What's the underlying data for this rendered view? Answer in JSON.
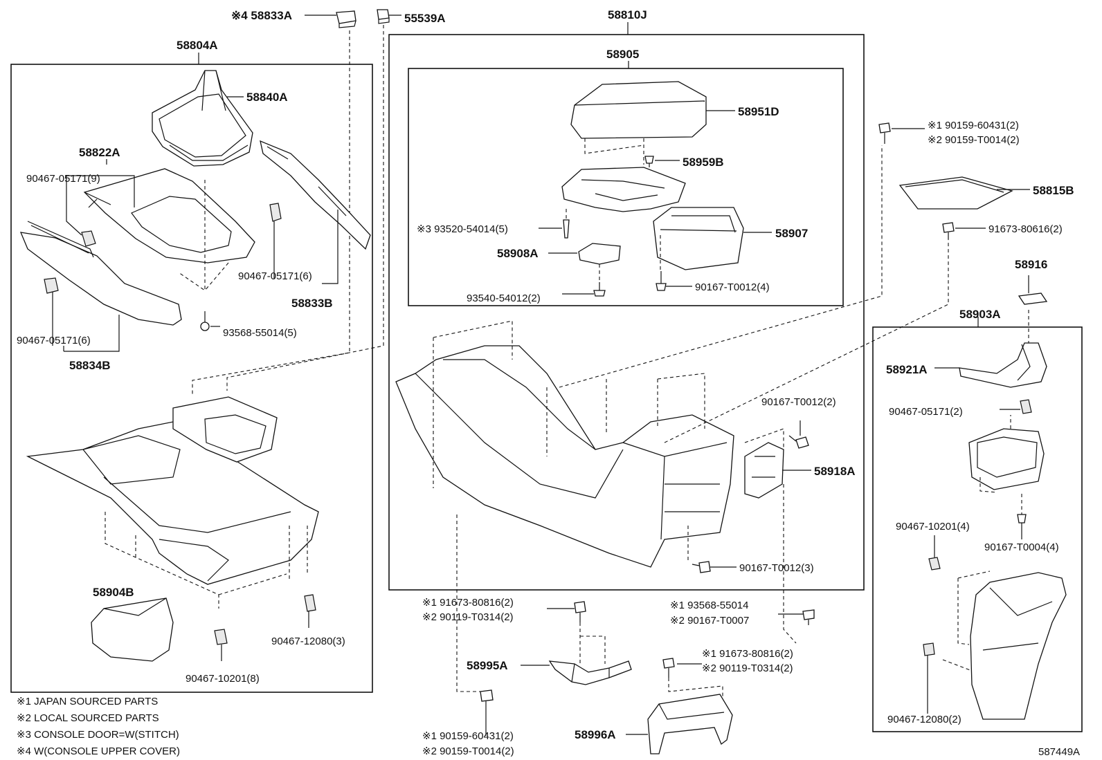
{
  "diagram_id": "587449A",
  "notes": [
    "※1 JAPAN SOURCED PARTS",
    "※2 LOCAL SOURCED PARTS",
    "※3 CONSOLE DOOR=W(STITCH)",
    "※4 W(CONSOLE UPPER COVER)"
  ],
  "labels": {
    "p58833A": "※4 58833A",
    "p55539A": "55539A",
    "p58810J": "58810J",
    "p58804A": "58804A",
    "p58840A": "58840A",
    "p58822A": "58822A",
    "p90467_05171_9": "90467-05171(9)",
    "p90467_05171_6a": "90467-05171(6)",
    "p58833B": "58833B",
    "p93568_55014_5": "93568-55014(5)",
    "p90467_05171_6b": "90467-05171(6)",
    "p58834B": "58834B",
    "p58905": "58905",
    "p58951D": "58951D",
    "p58959B": "58959B",
    "p93520_54014_5": "※3 93520-54014(5)",
    "p58907": "58907",
    "p58908A": "58908A",
    "p90167_T0012_4": "90167-T0012(4)",
    "p93540_54012_2": "93540-54012(2)",
    "p90159_60431_2_top": "※1 90159-60431(2)",
    "p90159_T0014_2_top": "※2 90159-T0014(2)",
    "p58815B": "58815B",
    "p91673_80616_2": "91673-80616(2)",
    "p58916": "58916",
    "p58903A": "58903A",
    "p58921A": "58921A",
    "p90467_05171_2": "90467-05171(2)",
    "p90167_T0012_2": "90167-T0012(2)",
    "p58918A": "58918A",
    "p90467_10201_4": "90467-10201(4)",
    "p90167_T0004_4": "90167-T0004(4)",
    "p90167_T0012_3": "90167-T0012(3)",
    "p58904B": "58904B",
    "p90467_12080_3": "90467-12080(3)",
    "p90467_10201_8": "90467-10201(8)",
    "p91673_80816_2a": "※1 91673-80816(2)",
    "p90119_T0314_2a": "※2 90119-T0314(2)",
    "p58995A": "58995A",
    "p93568_55014": "※1 93568-55014",
    "p90167_T0007": "※2 90167-T0007",
    "p91673_80816_2b": "※1 91673-80816(2)",
    "p90119_T0314_2b": "※2 90119-T0314(2)",
    "p58996A": "58996A",
    "p90159_60431_2_bot": "※1 90159-60431(2)",
    "p90159_T0014_2_bot": "※2 90159-T0014(2)",
    "p90467_12080_2": "90467-12080(2)"
  }
}
